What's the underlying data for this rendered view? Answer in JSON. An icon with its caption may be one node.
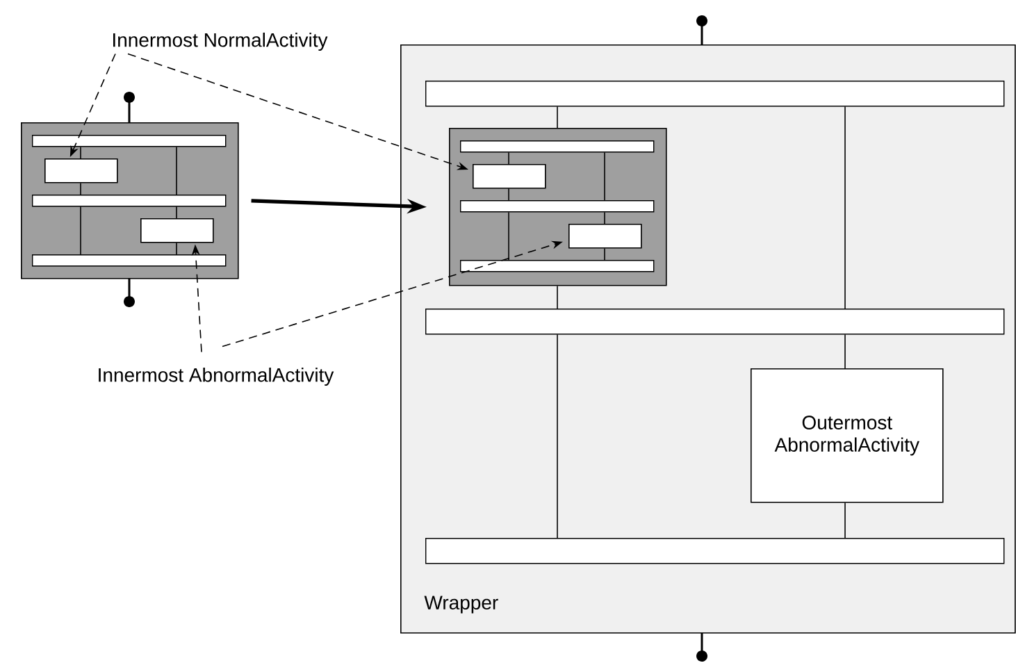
{
  "diagram": {
    "nodes": [
      {
        "text": [
          "Innermost NormalActivity"
        ]
      },
      {
        "text": [],
        "shape": "box"
      },
      {
        "text": [],
        "shape": "bar",
        "in": 1
      },
      {
        "text": [],
        "shape": "box",
        "in": 1
      },
      {
        "text": [],
        "shape": "bar",
        "in": 1
      },
      {
        "text": [],
        "shape": "box",
        "in": 1
      },
      {
        "text": [],
        "shape": "bar",
        "in": 1
      },
      {
        "text": [
          "Wrapper"
        ]
      },
      {
        "text": [],
        "shape": "bar",
        "in": 7
      },
      {
        "text": [],
        "shape": "box",
        "in": 7
      },
      {
        "text": [],
        "shape": "bar",
        "in": 9
      },
      {
        "text": [],
        "shape": "box",
        "in": 9
      },
      {
        "text": [],
        "shape": "bar",
        "in": 9
      },
      {
        "text": [],
        "shape": "box",
        "in": 9
      },
      {
        "text": [],
        "shape": "bar",
        "in": 9
      },
      {
        "text": [],
        "shape": "bar",
        "in": 7
      },
      {
        "text": [
          "Outermost AbnormalActivity"
        ],
        "in": 7
      },
      {
        "text": [],
        "shape": "bar",
        "in": 7
      },
      {
        "text": [
          "Innermost AbnormalActivity"
        ]
      }
    ],
    "edges": [
      {
        "from": 0,
        "to": 3,
        "arrow": "to",
        "style": "dashed"
      },
      {
        "from": 0,
        "to": 11,
        "arrow": "to",
        "style": "dashed"
      },
      {
        "from": 18,
        "to": 5,
        "arrow": "to",
        "style": "dashed"
      },
      {
        "from": 18,
        "to": 13,
        "arrow": "to",
        "style": "dashed"
      },
      {
        "from": 1,
        "to": 9,
        "arrow": "to",
        "style": "thick"
      },
      {
        "from": 2,
        "to": 3,
        "arrow": "none"
      },
      {
        "from": 3,
        "to": 4,
        "arrow": "none"
      },
      {
        "from": 4,
        "to": 6,
        "arrow": "none"
      },
      {
        "from": 2,
        "to": 4,
        "arrow": "none"
      },
      {
        "from": 4,
        "to": 5,
        "arrow": "none"
      },
      {
        "from": 5,
        "to": 6,
        "arrow": "none"
      },
      {
        "from": 10,
        "to": 11,
        "arrow": "none"
      },
      {
        "from": 11,
        "to": 12,
        "arrow": "none"
      },
      {
        "from": 12,
        "to": 14,
        "arrow": "none"
      },
      {
        "from": 10,
        "to": 12,
        "arrow": "none"
      },
      {
        "from": 12,
        "to": 13,
        "arrow": "none"
      },
      {
        "from": 13,
        "to": 14,
        "arrow": "none"
      },
      {
        "from": 8,
        "to": 9,
        "arrow": "none"
      },
      {
        "from": 9,
        "to": 15,
        "arrow": "none"
      },
      {
        "from": 8,
        "to": 15,
        "arrow": "none"
      },
      {
        "from": 15,
        "to": 17,
        "arrow": "none"
      },
      {
        "from": 15,
        "to": 16,
        "arrow": "none"
      },
      {
        "from": 16,
        "to": 17,
        "arrow": "none"
      }
    ]
  }
}
